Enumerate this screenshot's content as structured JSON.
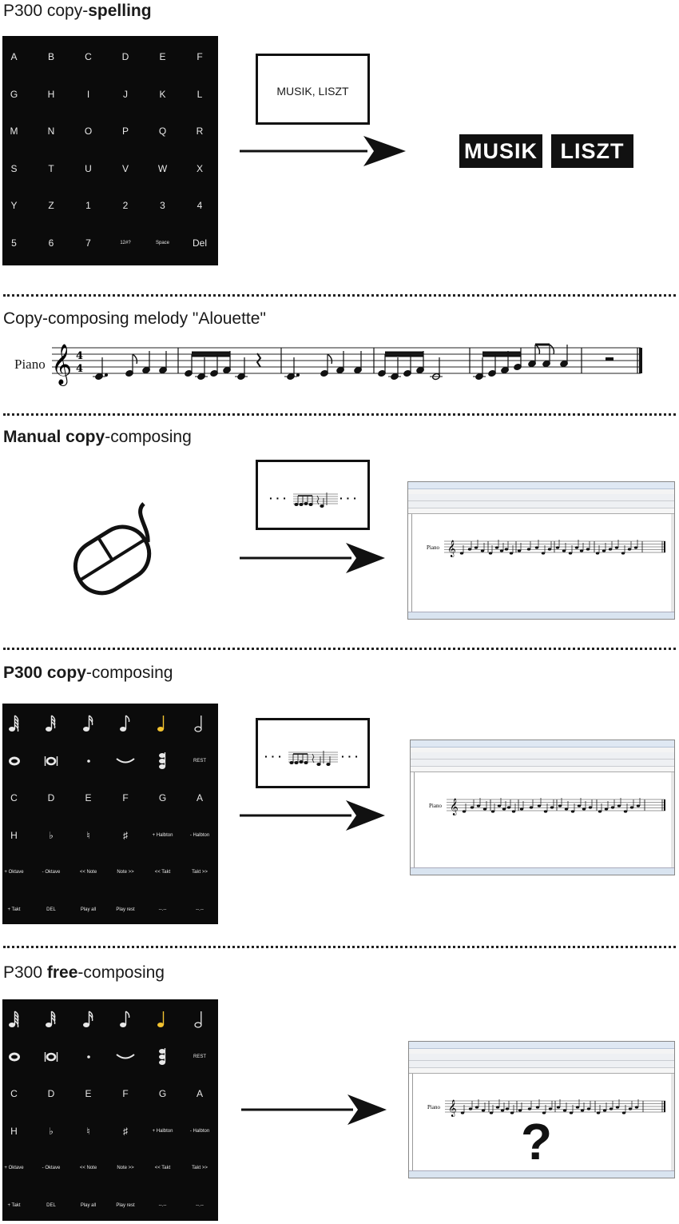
{
  "sections": {
    "copy_spelling": {
      "title_plain": "P300 copy-",
      "title_bold": "spelling"
    },
    "melody": {
      "title": "Copy-composing melody \"Alouette\"",
      "instrument": "Piano"
    },
    "manual": {
      "title_bold": "Manual copy",
      "title_plain": "-composing"
    },
    "p300_copy": {
      "title_bold": "P300 copy",
      "title_plain": "-composing"
    },
    "p300_free": {
      "title_plain_a": "P300 ",
      "title_bold": "free",
      "title_plain_b": "-composing"
    }
  },
  "speller_matrix": [
    [
      "A",
      "B",
      "C",
      "D",
      "E",
      "F"
    ],
    [
      "G",
      "H",
      "I",
      "J",
      "K",
      "L"
    ],
    [
      "M",
      "N",
      "O",
      "P",
      "Q",
      "R"
    ],
    [
      "S",
      "T",
      "U",
      "V",
      "W",
      "X"
    ],
    [
      "Y",
      "Z",
      "1",
      "2",
      "3",
      "4"
    ],
    [
      "5",
      "6",
      "7",
      "12#?",
      "Space",
      "Del"
    ]
  ],
  "music_matrix_labels": {
    "row3": [
      "C",
      "D",
      "E",
      "F",
      "G",
      "A"
    ],
    "row4": [
      "H",
      "♭",
      "♮",
      "♯",
      "+ Halbton",
      "- Halbton"
    ],
    "row5": [
      "+ Oktave",
      "- Oktave",
      "<< Note",
      "Note >>",
      "<< Takt",
      "Takt >>"
    ],
    "row6": [
      "+ Takt",
      "DEL",
      "Play all",
      "Play rest",
      "--.--",
      "--.--"
    ],
    "rest_label": "REST"
  },
  "target_screen": {
    "text": "MUSIK, LISZT"
  },
  "results": [
    "MUSIK",
    "LISZT"
  ],
  "editor": {
    "instrument": "Piano"
  },
  "free_result": {
    "symbol": "?"
  },
  "colors": {
    "matrix_bg": "#0b0b0b",
    "highlight": "#f2c230",
    "ink": "#111111"
  }
}
